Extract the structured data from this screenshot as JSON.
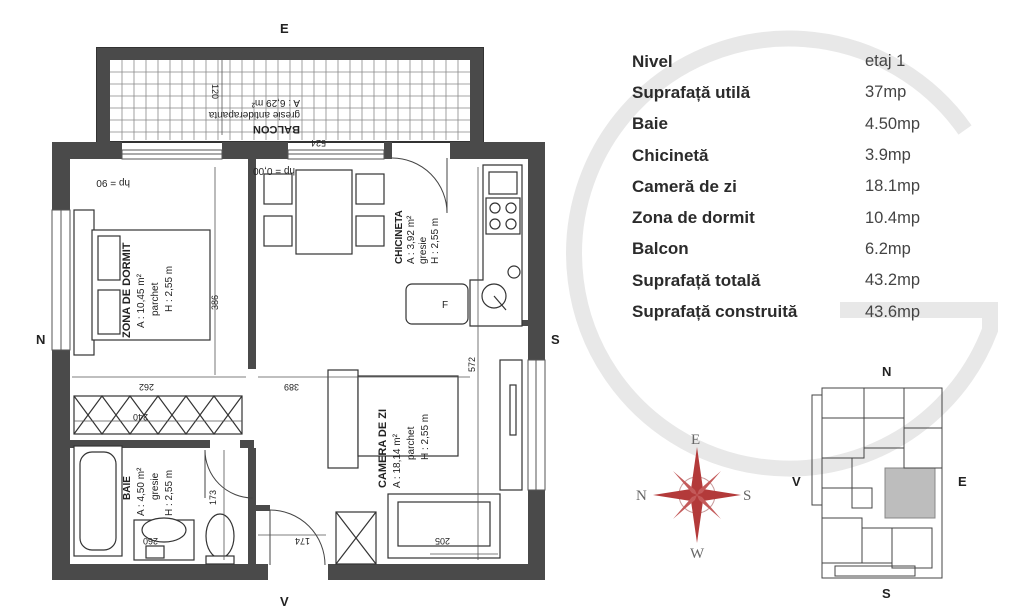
{
  "orientation": {
    "plan_top": "E",
    "plan_left": "N",
    "plan_right": "S",
    "plan_bottom": "V",
    "mini_top": "N",
    "mini_left": "V",
    "mini_right": "E",
    "mini_bottom": "S"
  },
  "compass": {
    "n": "N",
    "s": "S",
    "e": "E",
    "w": "W"
  },
  "rooms": {
    "balcon": {
      "name": "BALCON",
      "area": "A : 6,29 m²",
      "finish": "gresie antiderapanta"
    },
    "dormit": {
      "name": "ZONA DE DORMIT",
      "area": "A : 10,45 m²",
      "finish": "parchet",
      "height": "H : 2,55 m"
    },
    "chicineta": {
      "name": "CHICINETA",
      "area": "A : 3,92 m²",
      "finish": "gresie",
      "height": "H : 2,55 m"
    },
    "camera": {
      "name": "CAMERA DE ZI",
      "area": "A : 18,14 m²",
      "finish": "parchet",
      "height": "H : 2,55 m"
    },
    "baie": {
      "name": "BAIE",
      "area": "A : 4,50 m²",
      "finish": "gresie",
      "height": "H : 2,55 m"
    }
  },
  "dimensions": {
    "d524": "524",
    "d120": "120",
    "hp90": "hp = 90",
    "hp000": "hp = 0,00",
    "d386": "386",
    "d572": "572",
    "d262": "262",
    "d389": "389",
    "d240": "240",
    "d173": "173",
    "d174": "174",
    "d205": "205",
    "d260": "260"
  },
  "fridge": "F",
  "specs": [
    {
      "label": "Nivel",
      "value": "etaj 1"
    },
    {
      "label": "Suprafață utilă",
      "value": "37mp"
    },
    {
      "label": "Baie",
      "value": "4.50mp"
    },
    {
      "label": "Chicinetă",
      "value": "3.9mp"
    },
    {
      "label": "Cameră de zi",
      "value": "18.1mp"
    },
    {
      "label": "Zona de dormit",
      "value": "10.4mp"
    },
    {
      "label": "Balcon",
      "value": "6.2mp"
    },
    {
      "label": "Suprafață totală",
      "value": "43.2mp"
    },
    {
      "label": "Suprafață construită",
      "value": "43.6mp"
    }
  ],
  "colors": {
    "wall": "#4a4a4a",
    "highlight": "#bdbdbd",
    "compass_red": "#b33a3a",
    "watermark": "#e6e6e6"
  }
}
